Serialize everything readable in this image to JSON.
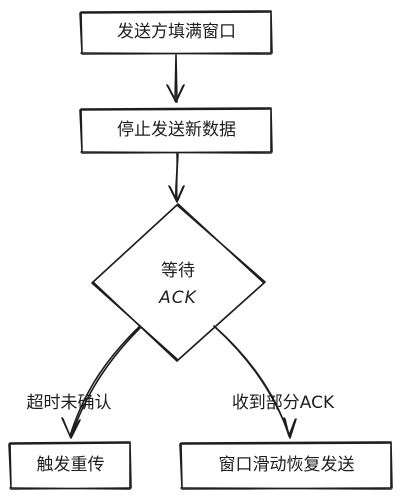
{
  "nodes": {
    "start": {
      "label": "发送方填满窗口"
    },
    "stop": {
      "label": "停止发送新数据"
    },
    "decision": {
      "line1": "等待",
      "line2": "ACK"
    },
    "timeout_action": {
      "label": "触发重传"
    },
    "partial_action": {
      "label": "窗口滑动恢复发送"
    }
  },
  "edges": {
    "timeout": {
      "label": "超时未确认"
    },
    "partial_ack": {
      "label": "收到部分ACK"
    }
  },
  "colors": {
    "stroke": "#1e1e1e",
    "background": "#ffffff"
  }
}
